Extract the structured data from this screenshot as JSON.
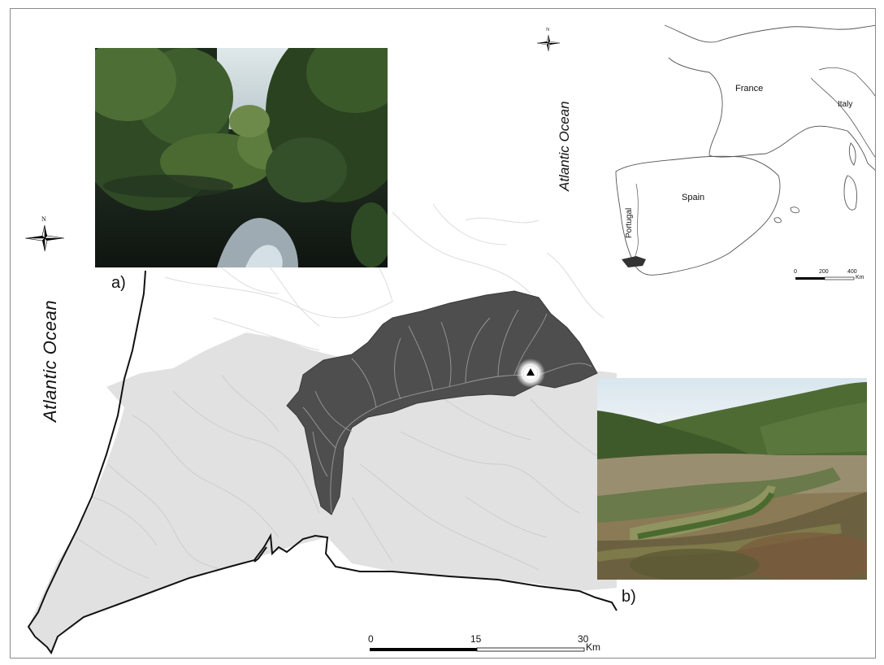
{
  "figure": {
    "main_map": {
      "ocean_label": "Atlantic Ocean",
      "north_label": "N",
      "scale_bar": {
        "ticks": [
          "0",
          "15",
          "30"
        ],
        "unit": "Km"
      },
      "colors": {
        "land": "#e1e1e1",
        "catchment": "#4e4e4e",
        "rivers": "#c8c8c8",
        "coastline": "#111111"
      },
      "site_marker": "triangle-icon"
    },
    "inset_map": {
      "ocean_label": "Atlantic Ocean",
      "north_label": "N",
      "countries": [
        "France",
        "Italy",
        "Spain",
        "Portugal"
      ],
      "scale_bar": {
        "ticks": [
          "0",
          "200",
          "400"
        ],
        "unit": "Km"
      }
    },
    "photos": [
      {
        "panel_label": "a)",
        "subject": "river-pool-with-dense-vegetation"
      },
      {
        "panel_label": "b)",
        "subject": "valley-with-reservoir-and-hills"
      }
    ]
  }
}
